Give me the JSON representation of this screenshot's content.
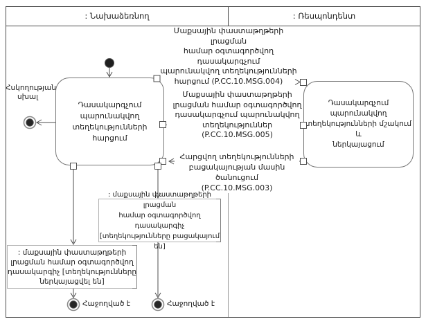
{
  "colors": {
    "flow_line": "#4d4d4d",
    "activity_border": "#757575",
    "object_border": "#b0b0b0",
    "object_bracket": "#7d7d7d",
    "final_node_fill": "#262626",
    "lane_divider": "#9a9a9a"
  },
  "header": {
    "initiator": ": Նախաձեռնող",
    "respondent": ": Ռեսպոնդենտ"
  },
  "messages": {
    "msg004": "Մաքսային փաստաթղթերի լրացման\nհամար օգտագործվող դասակարգչում\nպարունակվող տեղեկությունների\nհարցում (P.CC.10.MSG.004)",
    "msg005": "Մաքսային փաստաթղթերի\nլրացման համար օգտագործվող\nդասակարգչում պարունակվող\nտեղեկություններ (P.CC.10.MSG.005)",
    "msg003": "Հարցվող տեղեկությունների\nբացակայության մասին ծանուցում\n(P.CC.10.MSG.003)"
  },
  "activities": {
    "request": "Դասակարգչում\nպարունակվող\nտեղեկությունների հարցում",
    "process": "Դասակարգչում\nպարունակվող\nտեղեկությունների մշակում և\nներկայացում"
  },
  "objects": {
    "absent": ": մաքսային փաստաթղթերի լրացման\nհամար օգտագործվող դասակարգիչ\n[տեղեկությունները բացակայում են]",
    "presented": ": մաքսային փաստաթղթերի\nլրացման համար օգտագործվող\nդասակարգիչ [տեղեկությունները\nներկայացվել են]"
  },
  "labels": {
    "control_error": "Հսկողության\nսխալ",
    "success_left": "Հաջողված է",
    "success_right": "Հաջողված է"
  }
}
